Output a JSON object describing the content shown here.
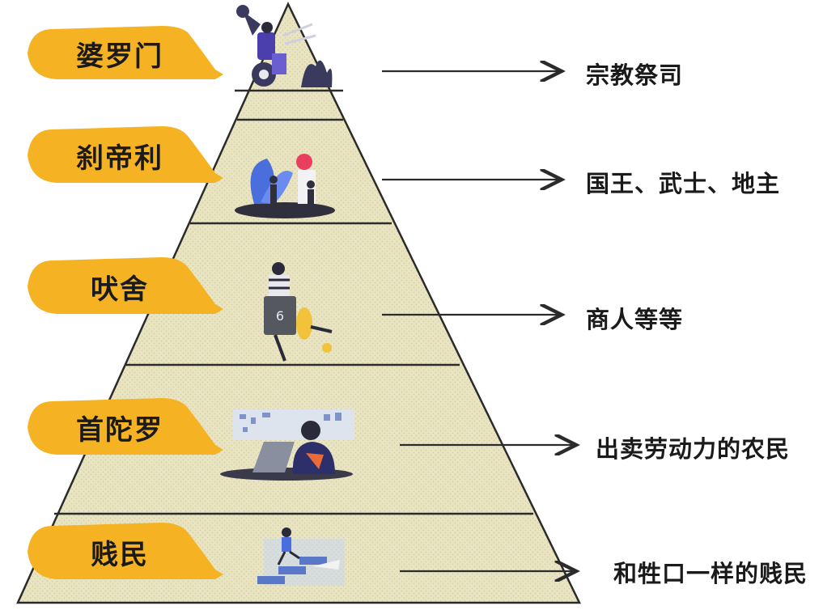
{
  "diagram": {
    "tiers": [
      {
        "caste": "婆罗门",
        "role": "宗教祭司",
        "illustration": "meditating-figure-illustration"
      },
      {
        "caste": "刹帝利",
        "role": "国王、武士、地主",
        "illustration": "people-with-plants-illustration"
      },
      {
        "caste": "吠舍",
        "role": "商人等等",
        "illustration": "merchant-carrying-safe-illustration"
      },
      {
        "caste": "首陀罗",
        "role": "出卖劳动力的农民",
        "illustration": "worker-at-laptop-illustration"
      },
      {
        "caste": "贱民",
        "role": "和牲口一样的贱民",
        "illustration": "figure-climbing-steps-illustration"
      }
    ],
    "colors": {
      "label_fill": "#F5B324",
      "pyramid_fill": "#E9E5C3",
      "pyramid_dot": "#D3CD9F",
      "outline": "#2b2b2b",
      "arrow": "#2b2b2b"
    }
  }
}
